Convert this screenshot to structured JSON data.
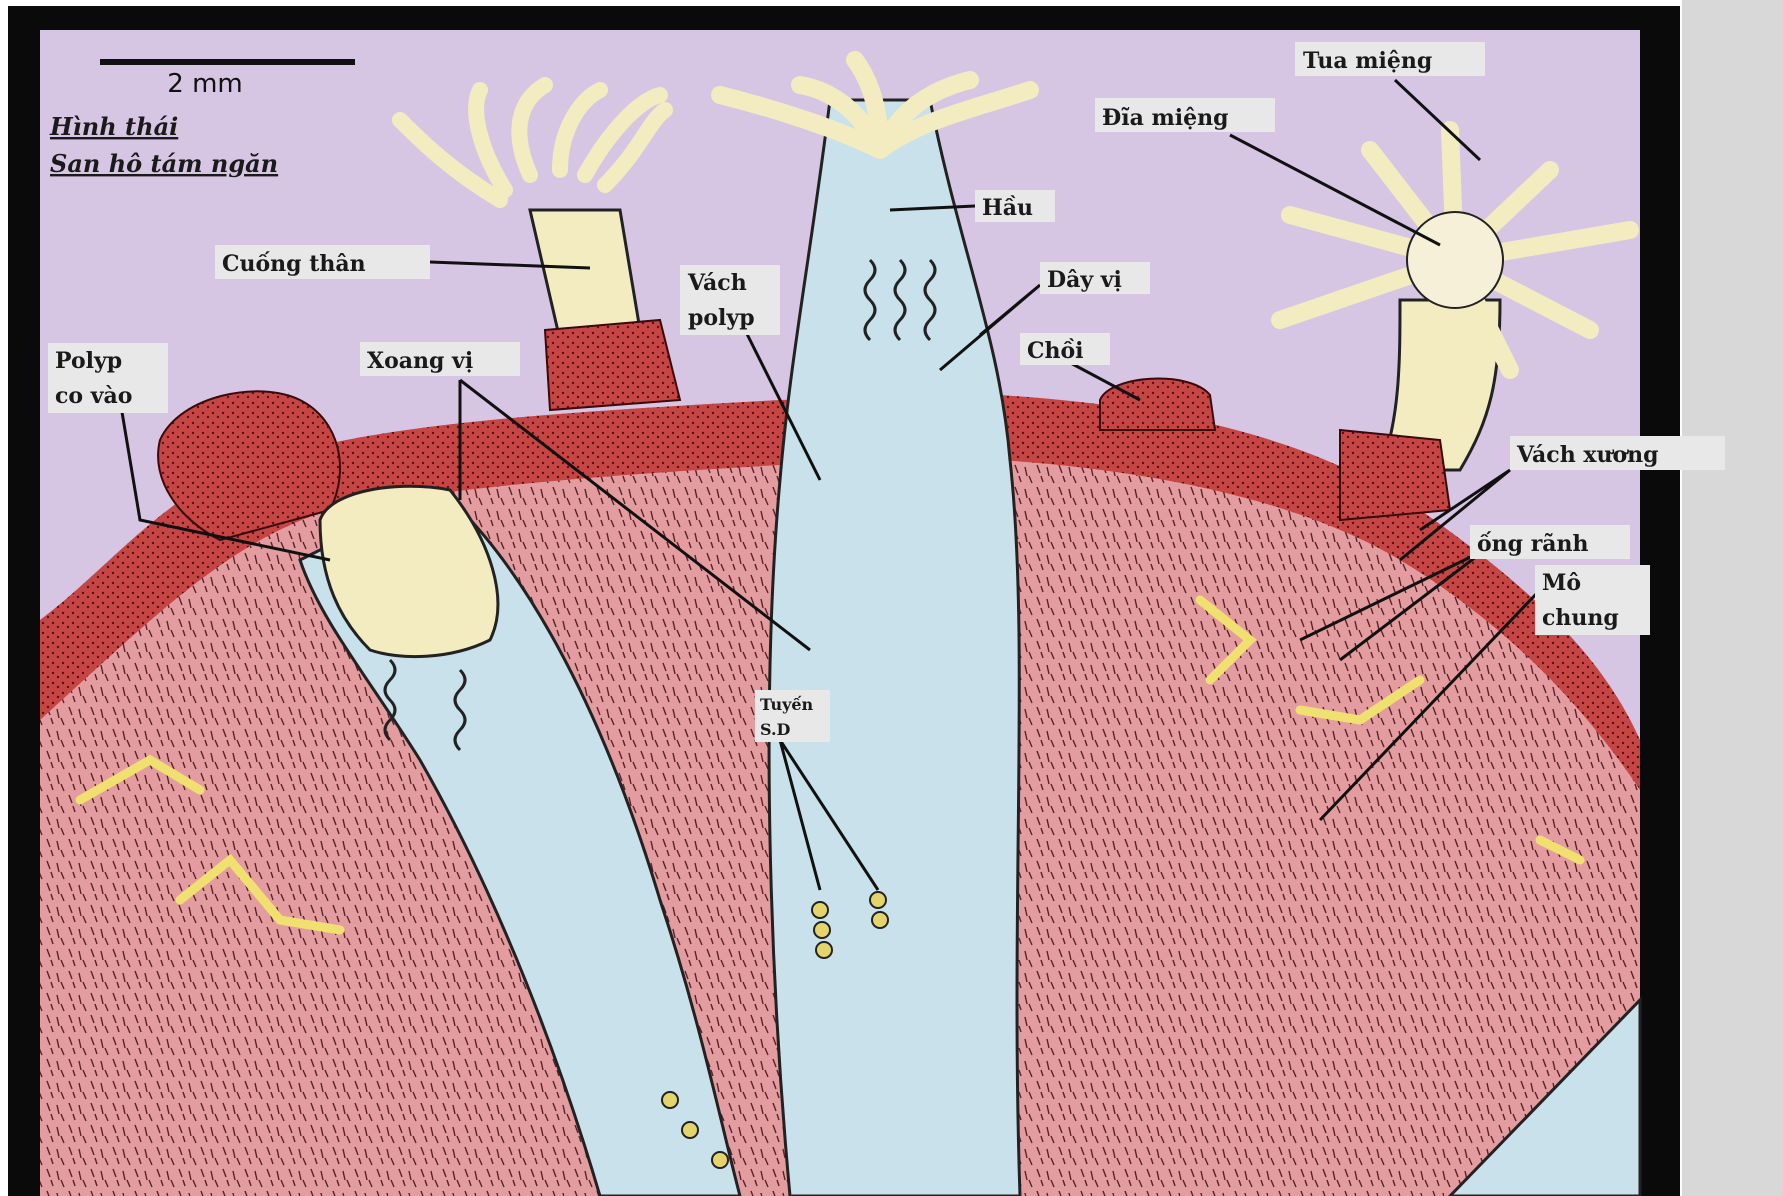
{
  "scale_bar": {
    "label": "2 mm"
  },
  "title": {
    "line1": "Hình thái",
    "line2": "San hô tám ngăn"
  },
  "labels": {
    "tua_mieng": "Tua miệng",
    "dia_mieng": "Đĩa miệng",
    "hau": "Hầu",
    "day_vi": "Dây vị",
    "choi": "Chồi",
    "cuong_than": "Cuống thân",
    "vach_polyp_1": "Vách",
    "vach_polyp_2": "polyp",
    "polyp_co_vao_1": "Polyp",
    "polyp_co_vao_2": "co vào",
    "xoang_vi": "Xoang vị",
    "vach_xuong": "Vách xương",
    "ong_ranh": "ống rãnh",
    "mo_chung_1": "Mô",
    "mo_chung_2": "chung",
    "tuyen_sd_1": "Tuyến",
    "tuyen_sd_2": "S.D"
  },
  "colors": {
    "background": "#d7c6e3",
    "tissue": "#e39ca0",
    "rind": "#c64545",
    "polyp": "#f4ecc1",
    "gut": "#c9e1ea",
    "canal": "#f0e070",
    "frame": "#0a0a0a"
  }
}
